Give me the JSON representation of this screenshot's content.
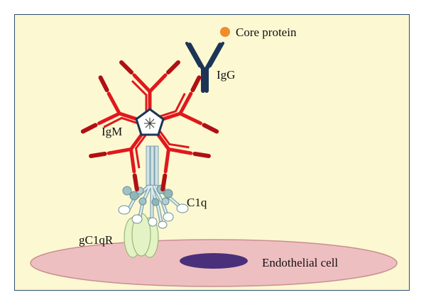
{
  "labels": {
    "core_protein": "Core protein",
    "igg": "IgG",
    "igm": "IgM",
    "c1q": "C1q",
    "gc1qr": "gC1qR",
    "endothelial_cell": "Endothelial cell"
  },
  "colors": {
    "background": "#fcf8d2",
    "border": "#2a4f6e",
    "igm_red": "#e0181c",
    "igm_dark_red": "#b01014",
    "igg_navy": "#1c3557",
    "core_protein_orange": "#f08c2a",
    "c1q_blue_grey": "#a9c8cf",
    "gc1qr_green": "#e4f3c6",
    "cell_pink": "#eebfc1",
    "nucleus_purple": "#4a2f7a"
  }
}
